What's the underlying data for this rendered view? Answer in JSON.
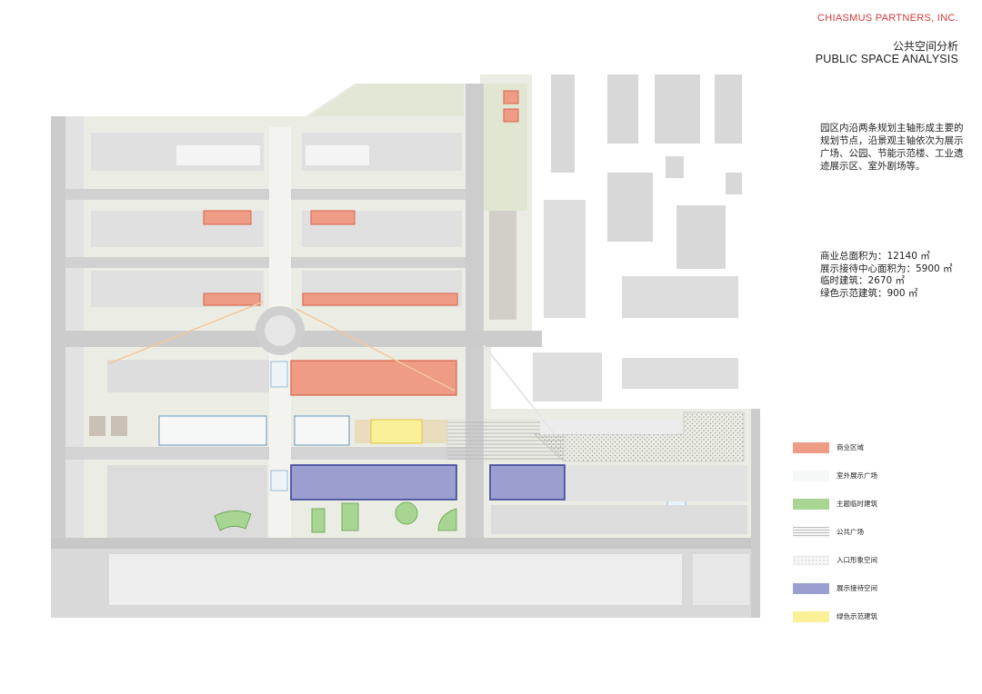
{
  "header": {
    "firm": "CHIASMUS PARTNERS, INC.",
    "title_cn": "公共空间分析",
    "title_en": "PUBLIC SPACE ANALYSIS"
  },
  "description": "园区内沿两条规划主轴形成主要的规划节点，沿景观主轴依次为展示广场、公园、节能示范楼、工业遗迹展示区、室外剧场等。",
  "stats": [
    "商业总面积为：12140 ㎡",
    "展示接待中心面积为：5900 ㎡",
    "临时建筑：2670 ㎡",
    "绿色示范建筑：900 ㎡"
  ],
  "legend": [
    {
      "label": "商业区域",
      "color": "#ee9c85",
      "pattern": "solid"
    },
    {
      "label": "室外展示广场",
      "color": "#f6f7f7",
      "pattern": "solid"
    },
    {
      "label": "主题临时建筑",
      "color": "#a8d592",
      "pattern": "solid"
    },
    {
      "label": "公共广场",
      "color": "#d4d4d4",
      "pattern": "lines"
    },
    {
      "label": "入口形象空间",
      "color": "#dcdcdc",
      "pattern": "dots"
    },
    {
      "label": "展示接待空间",
      "color": "#9b9fd0",
      "pattern": "solid"
    },
    {
      "label": "绿色示范建筑",
      "color": "#faf098",
      "pattern": "solid"
    }
  ],
  "colors": {
    "commercial": "#ee9c85",
    "reception": "#9b9fd0",
    "green_demo": "#faf098",
    "temporary": "#a8d592",
    "road": "#cfcfcf",
    "ground": "#e9ebe1",
    "building": "#d6d6d6",
    "firm_red": "#d33a3a"
  }
}
